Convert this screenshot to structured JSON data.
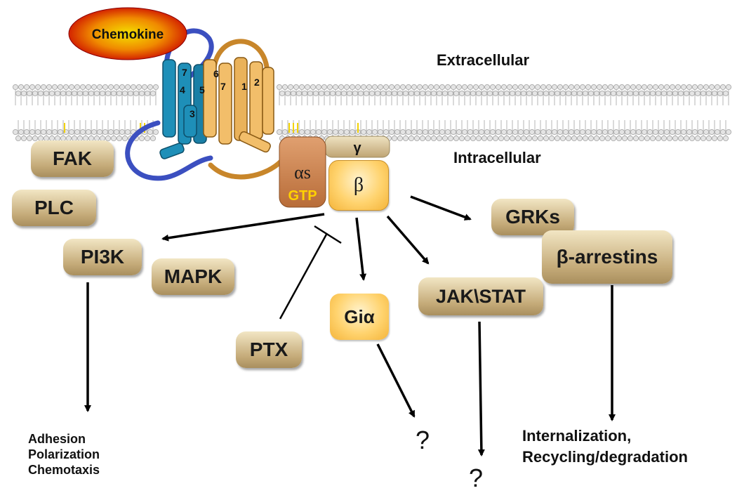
{
  "ligand": {
    "label": "Chemokine"
  },
  "regions": {
    "extracellular": "Extracellular",
    "intracellular": "Intracellular"
  },
  "helix_numbers": [
    "4",
    "7",
    "5",
    "3",
    "6",
    "7",
    "1",
    "2"
  ],
  "g_protein": {
    "alpha": "αs",
    "gtp": "GTP",
    "beta": "β",
    "gamma": "γ"
  },
  "boxes": {
    "fak": "FAK",
    "plc": "PLC",
    "pi3k": "PI3K",
    "mapk": "MAPK",
    "ptx": "PTX",
    "gi_alpha": "Giα",
    "jak_stat": "JAK\\STAT",
    "grks": "GRKs",
    "arrestins": "β-arrestins"
  },
  "outcomes": {
    "pi3k": [
      "Adhesion",
      "Polarization",
      "Chemotaxis"
    ],
    "gi": "?",
    "jak": "?",
    "arrestin": [
      "Internalization,",
      "Recycling/degradation"
    ]
  },
  "colors": {
    "membrane_head": "#a9a9a9",
    "ligand_outer": "#d40000",
    "ligand_inner": "#f2d200",
    "receptor_blue": "#1e8fb8",
    "receptor_orange": "#f2be6a",
    "loop_blue": "#3b4fc0",
    "loop_orange": "#c8862a",
    "alpha_subunit": "#cf8a55",
    "box_tan": "#c4aa78",
    "box_gold": "#ffd36e"
  }
}
